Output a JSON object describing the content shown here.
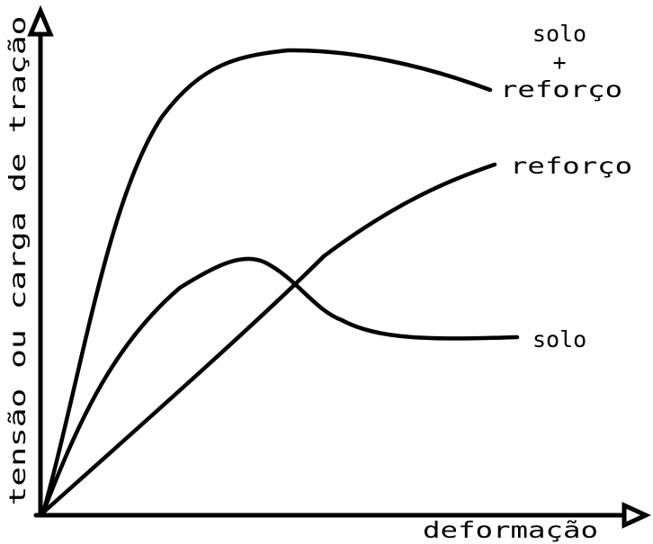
{
  "diagram": {
    "y_axis_label": "tensão ou carga de tração",
    "x_axis_label": "deformação",
    "curves": {
      "solo_reforco": {
        "label_line1": "solo",
        "label_line2": "+",
        "label_line3": "reforço"
      },
      "reforco": {
        "label": "reforço"
      },
      "solo": {
        "label": "solo"
      }
    }
  }
}
